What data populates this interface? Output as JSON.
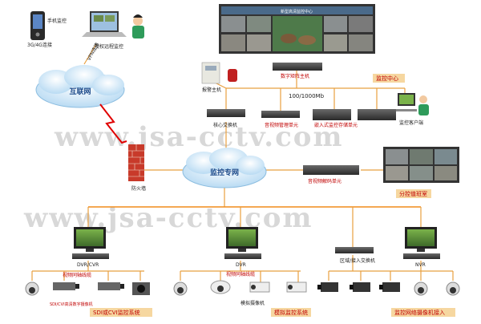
{
  "watermark": "www.jsa-cctv.com",
  "colors": {
    "link": "#e8a040",
    "bus": "#f08c1a",
    "cloud": "#cfe6f7",
    "lightning": "#e00000",
    "label": "#c00000"
  },
  "top_left": {
    "phone": "手机监控",
    "phone_net": "3G/4G连接",
    "laptop": "授权远程监控",
    "vpn": "VPN连接"
  },
  "internet": "互联网",
  "firewall": "防火墙",
  "monitor_center": {
    "wall_title": "新型高清监控中心",
    "decoder_host": "数字矩阵主机",
    "alarm_host": "报警主机",
    "bandwidth": "100/1000Mb",
    "label": "监控中心",
    "core_switch": "核心交换机",
    "av_manager": "音视频管理单元",
    "storage": "嵌入式监控存储单元",
    "client": "监控客户端"
  },
  "private_net": "监控专网",
  "sub_center": {
    "decoder": "音视频解码单元",
    "label": "分控值班室"
  },
  "sites": [
    {
      "recorder": "DVR/CVR",
      "cable": "视频同轴线缆",
      "cameras": "SDI/CVI高清数字摄像机",
      "title": "SDI或CVI监控系统"
    },
    {
      "recorder": "DVR",
      "cable": "视频同轴线缆",
      "cameras": "模拟摄像机",
      "title": "模拟监控系统"
    },
    {
      "switch": "区域/接入交换机",
      "recorder": "NVR",
      "title": "监控网络摄像机接入"
    }
  ]
}
